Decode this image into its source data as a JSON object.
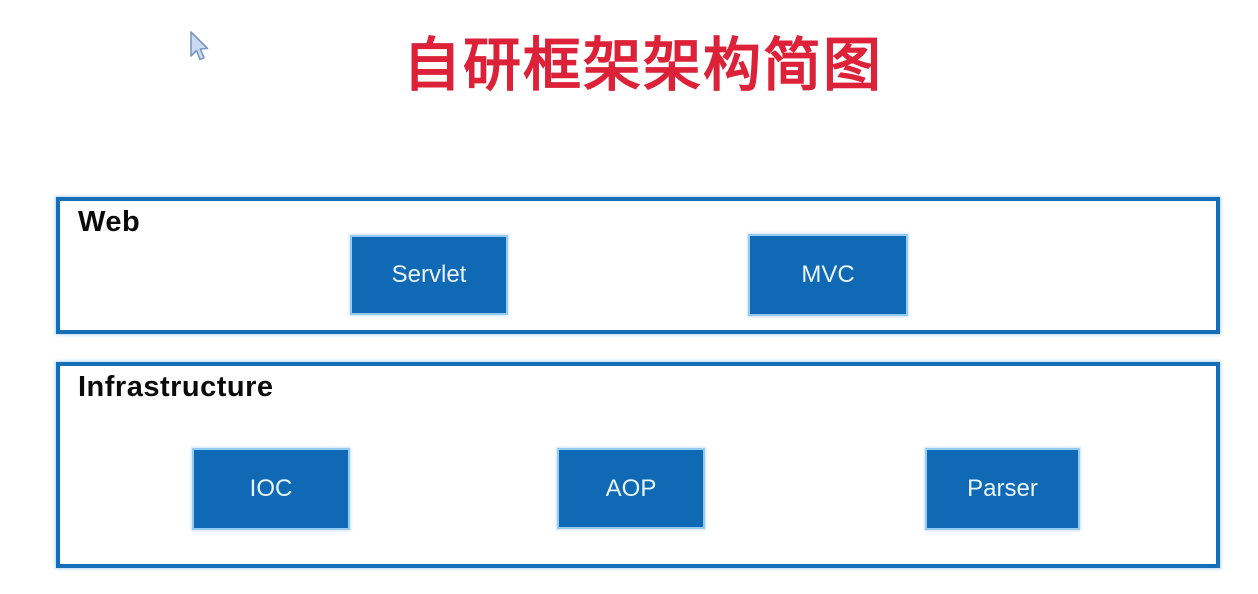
{
  "title": {
    "text": "自研框架架构简图"
  },
  "cursor": {
    "name": "mouse-pointer"
  },
  "layers": [
    {
      "label": "Web",
      "nodes": [
        {
          "label": "Servlet"
        },
        {
          "label": "MVC"
        }
      ]
    },
    {
      "label": "Infrastructure",
      "nodes": [
        {
          "label": "IOC"
        },
        {
          "label": "AOP"
        },
        {
          "label": "Parser"
        }
      ]
    }
  ],
  "colors": {
    "title_red": "#dc2138",
    "layer_border_blue": "#146fb8",
    "node_fill_blue": "#0f69b4",
    "node_text": "#e9f5ff",
    "label_text": "#0a0a0a",
    "background": "#ffffff"
  }
}
